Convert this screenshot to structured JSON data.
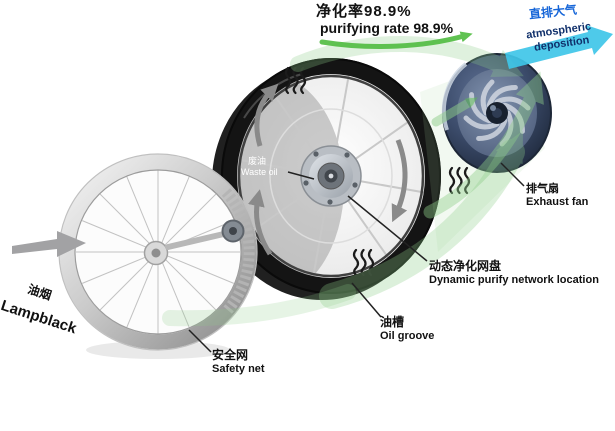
{
  "title": {
    "zh": "净化率98.9%",
    "en": "purifying rate 98.9%"
  },
  "labels": {
    "atmospheric": {
      "zh": "直排大气",
      "en1": "atmospheric",
      "en2": "deposition"
    },
    "exhaust_fan": {
      "zh": "排气扇",
      "en": "Exhaust fan"
    },
    "waste_oil": {
      "zh": "废油",
      "en": "Waste oil"
    },
    "dynamic_disc": {
      "zh": "动态净化网盘",
      "en": "Dynamic purify network location"
    },
    "oil_groove": {
      "zh": "油槽",
      "en": "Oil groove"
    },
    "safety_net": {
      "zh": "安全网",
      "en": "Safety net"
    },
    "lampblack": {
      "zh": "油烟",
      "en": "Lampblack"
    }
  },
  "colors": {
    "flow_green": "#8fcf8a",
    "underline_green": "#58bf49",
    "cyan_arrow": "#3fc6e8",
    "blue_text": "#1565d8",
    "fan_navy": "#3c4c6b"
  }
}
